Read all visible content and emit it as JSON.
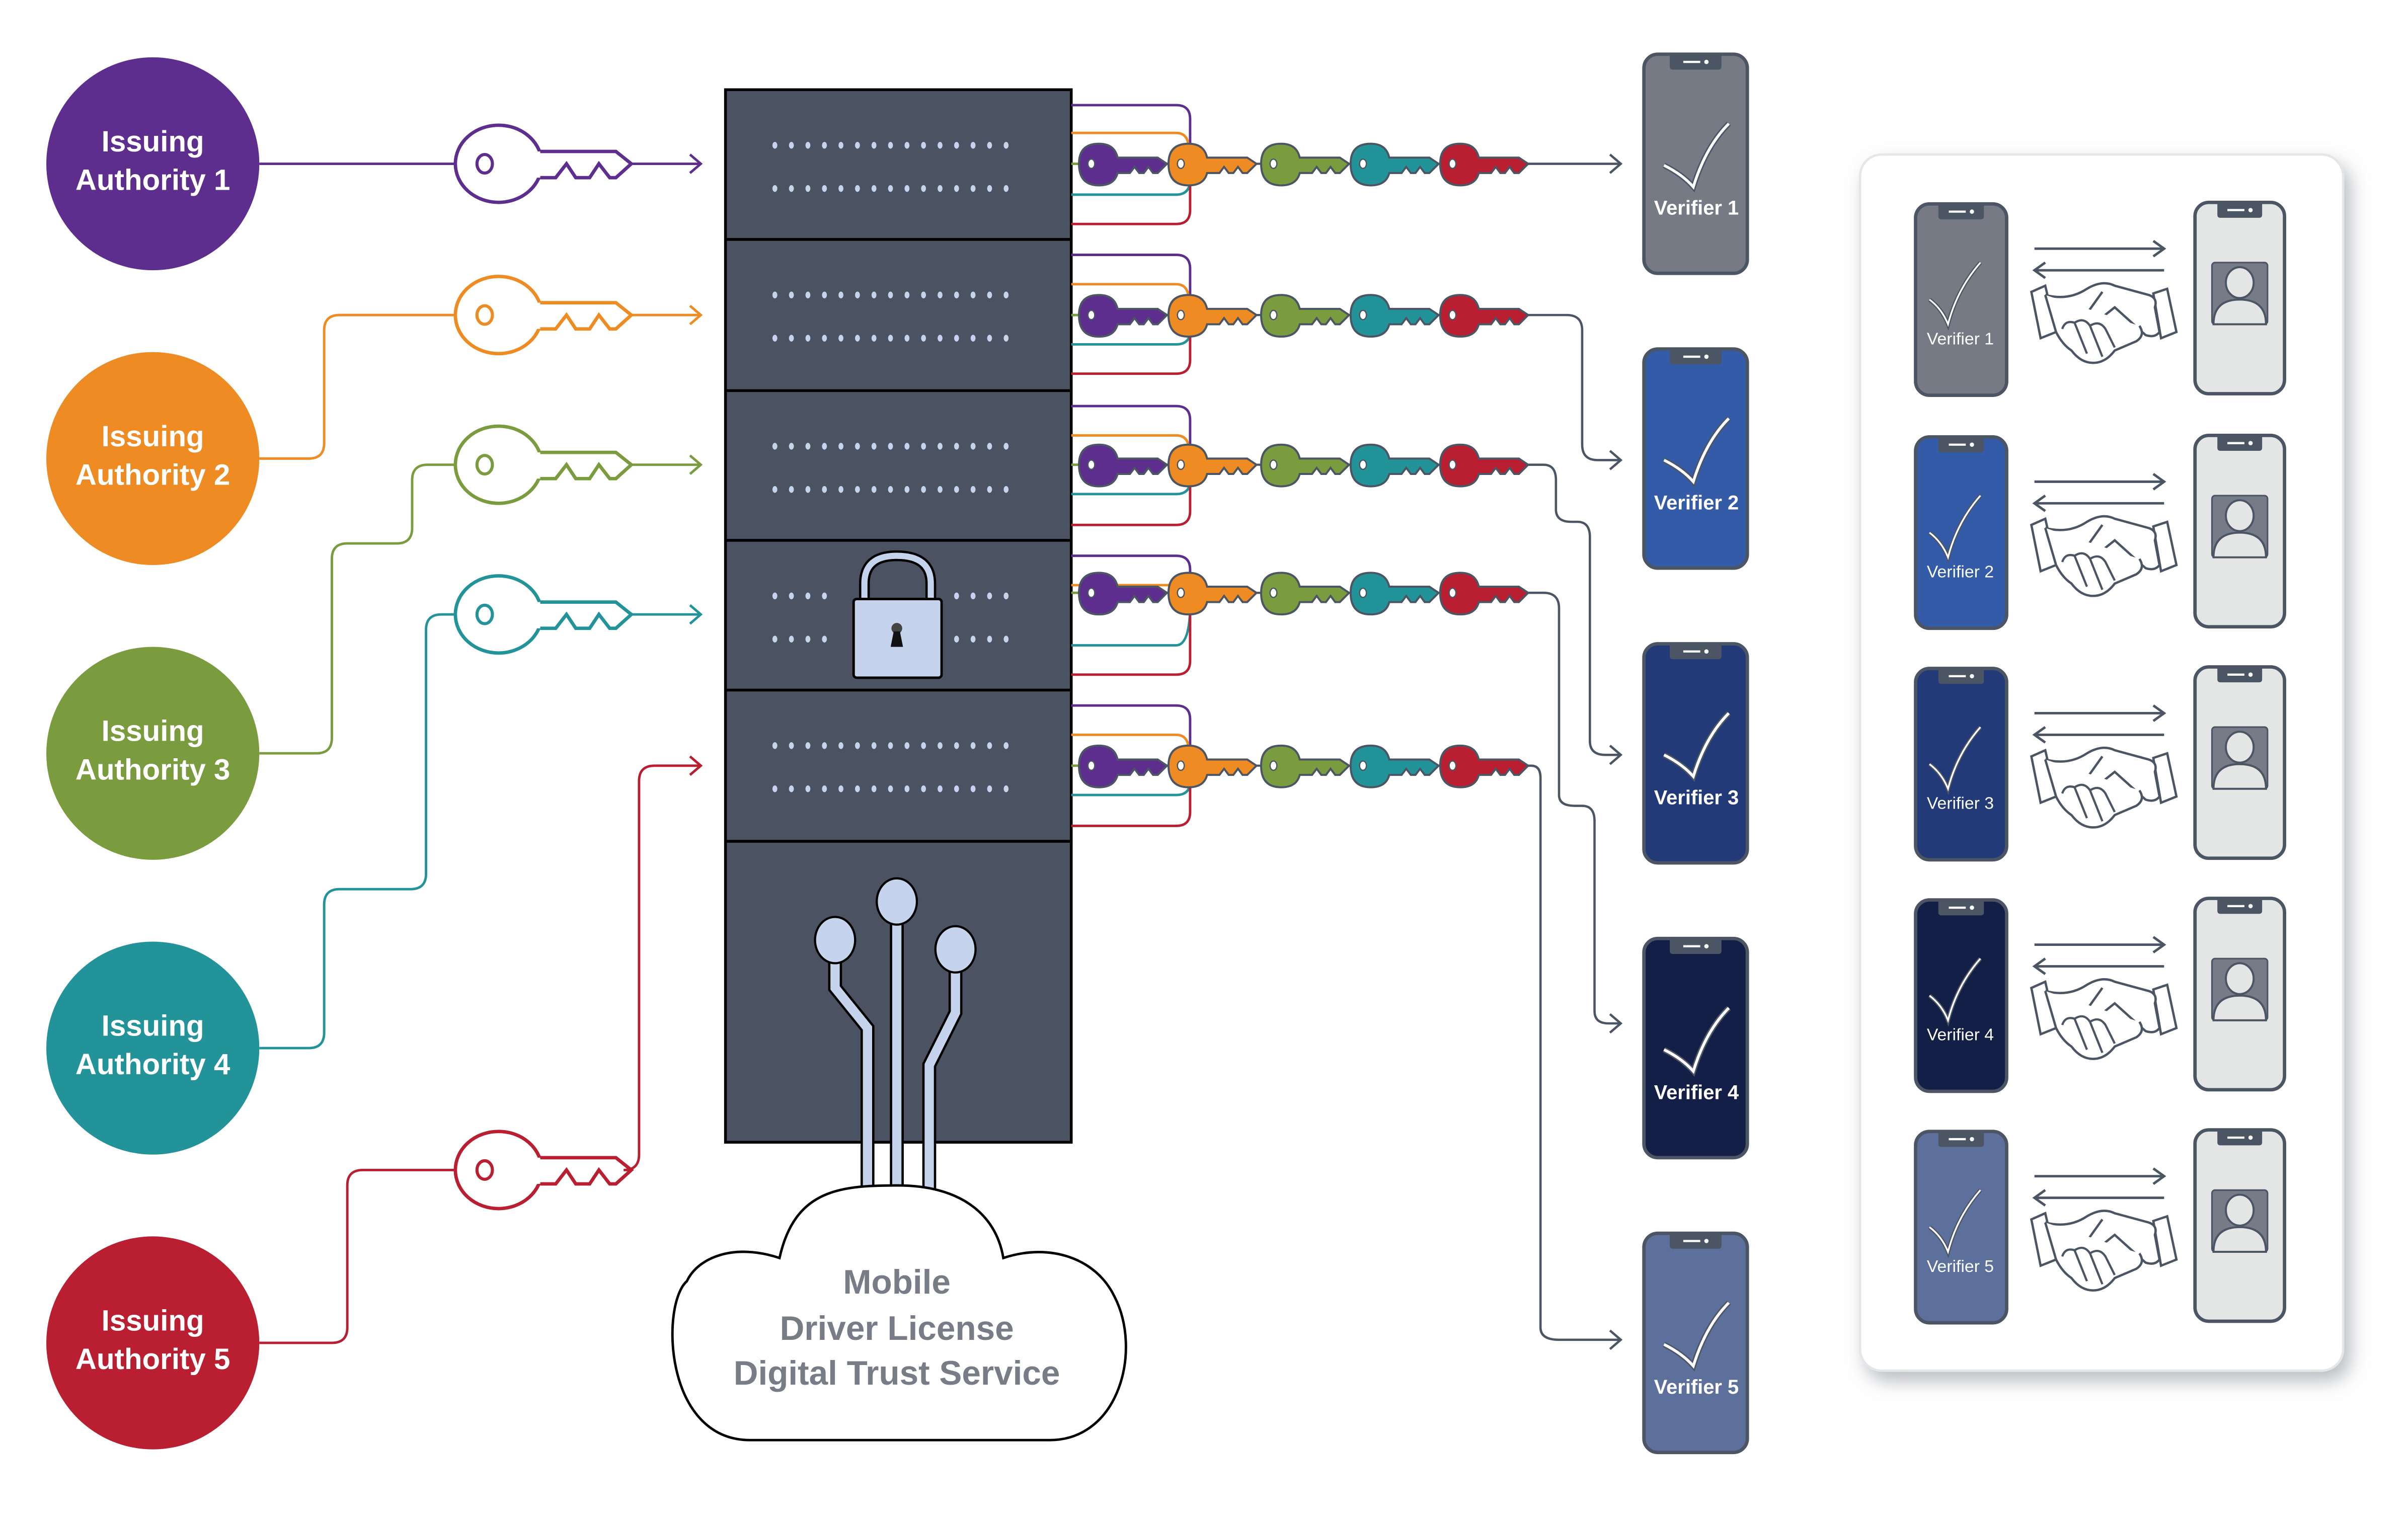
{
  "colors": {
    "purple": "#5e2e8e",
    "orange": "#ee8b22",
    "green": "#7a9c3f",
    "teal": "#23939a",
    "red": "#b91f31",
    "server": "#4b5261",
    "server_dot": "#c5d4ec",
    "outline": "#4b5563",
    "cloud_text": "#787c87",
    "holder_phone": "#e4e6e6",
    "photo_bg": "#777b87"
  },
  "issuing_authorities": [
    {
      "line1": "Issuing",
      "line2": "Authority 1",
      "color": "#5e2e8e"
    },
    {
      "line1": "Issuing",
      "line2": "Authority 2",
      "color": "#ee8b22"
    },
    {
      "line1": "Issuing",
      "line2": "Authority 3",
      "color": "#7a9c3f"
    },
    {
      "line1": "Issuing",
      "line2": "Authority 4",
      "color": "#23939a"
    },
    {
      "line1": "Issuing",
      "line2": "Authority 5",
      "color": "#b91f31"
    }
  ],
  "key_chain_colors": [
    "#5e2e8e",
    "#ee8b22",
    "#7a9c3f",
    "#23939a",
    "#b91f31"
  ],
  "cloud": {
    "line1": "Mobile",
    "line2": "Driver License",
    "line3": "Digital Trust Service"
  },
  "verifiers": [
    {
      "label": "Verifier 1",
      "color": "#767a85"
    },
    {
      "label": "Verifier 2",
      "color": "#345ba8"
    },
    {
      "label": "Verifier 3",
      "color": "#233a79"
    },
    {
      "label": "Verifier 4",
      "color": "#141f47"
    },
    {
      "label": "Verifier 5",
      "color": "#5d6f9b"
    }
  ],
  "panel": {
    "rows": [
      {
        "verifier_label": "Verifier 1"
      },
      {
        "verifier_label": "Verifier 2"
      },
      {
        "verifier_label": "Verifier 3"
      },
      {
        "verifier_label": "Verifier 4"
      },
      {
        "verifier_label": "Verifier 5"
      }
    ]
  }
}
